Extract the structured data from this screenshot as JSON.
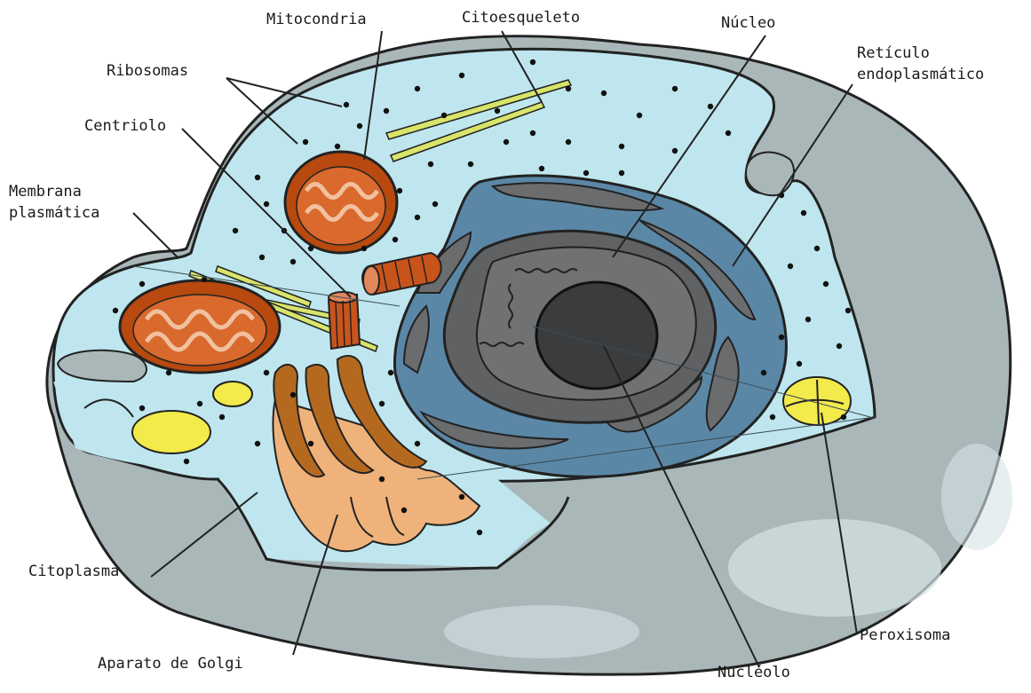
{
  "labels": {
    "ribosomas": "Ribosomas",
    "mitocondria": "Mitocondria",
    "citoesqueleto": "Citoesqueleto",
    "nucleo": "Núcleo",
    "reticulo_line1": "Retículo",
    "reticulo_line2": "endoplasmático",
    "centriolo": "Centriolo",
    "membrana_line1": "Membrana",
    "membrana_line2": "plasmática",
    "citoplasma": "Citoplasma",
    "aparato_golgi": "Aparato de Golgi",
    "nucleolo": "Nucléolo",
    "peroxisoma": "Peroxisoma"
  },
  "colors": {
    "outer_shell": "#a9b7b9",
    "cytoplasm": "#bfe6ee",
    "er": "#5b87a6",
    "nucleus": "#5f6163",
    "nucleolus": "#3a3c3e",
    "mitochondria": "#b8490f",
    "golgi": "#efb27a",
    "golgi_dark": "#b5691f",
    "vesicle": "#f3ea4b",
    "cytoskeleton": "#d8e46a"
  }
}
